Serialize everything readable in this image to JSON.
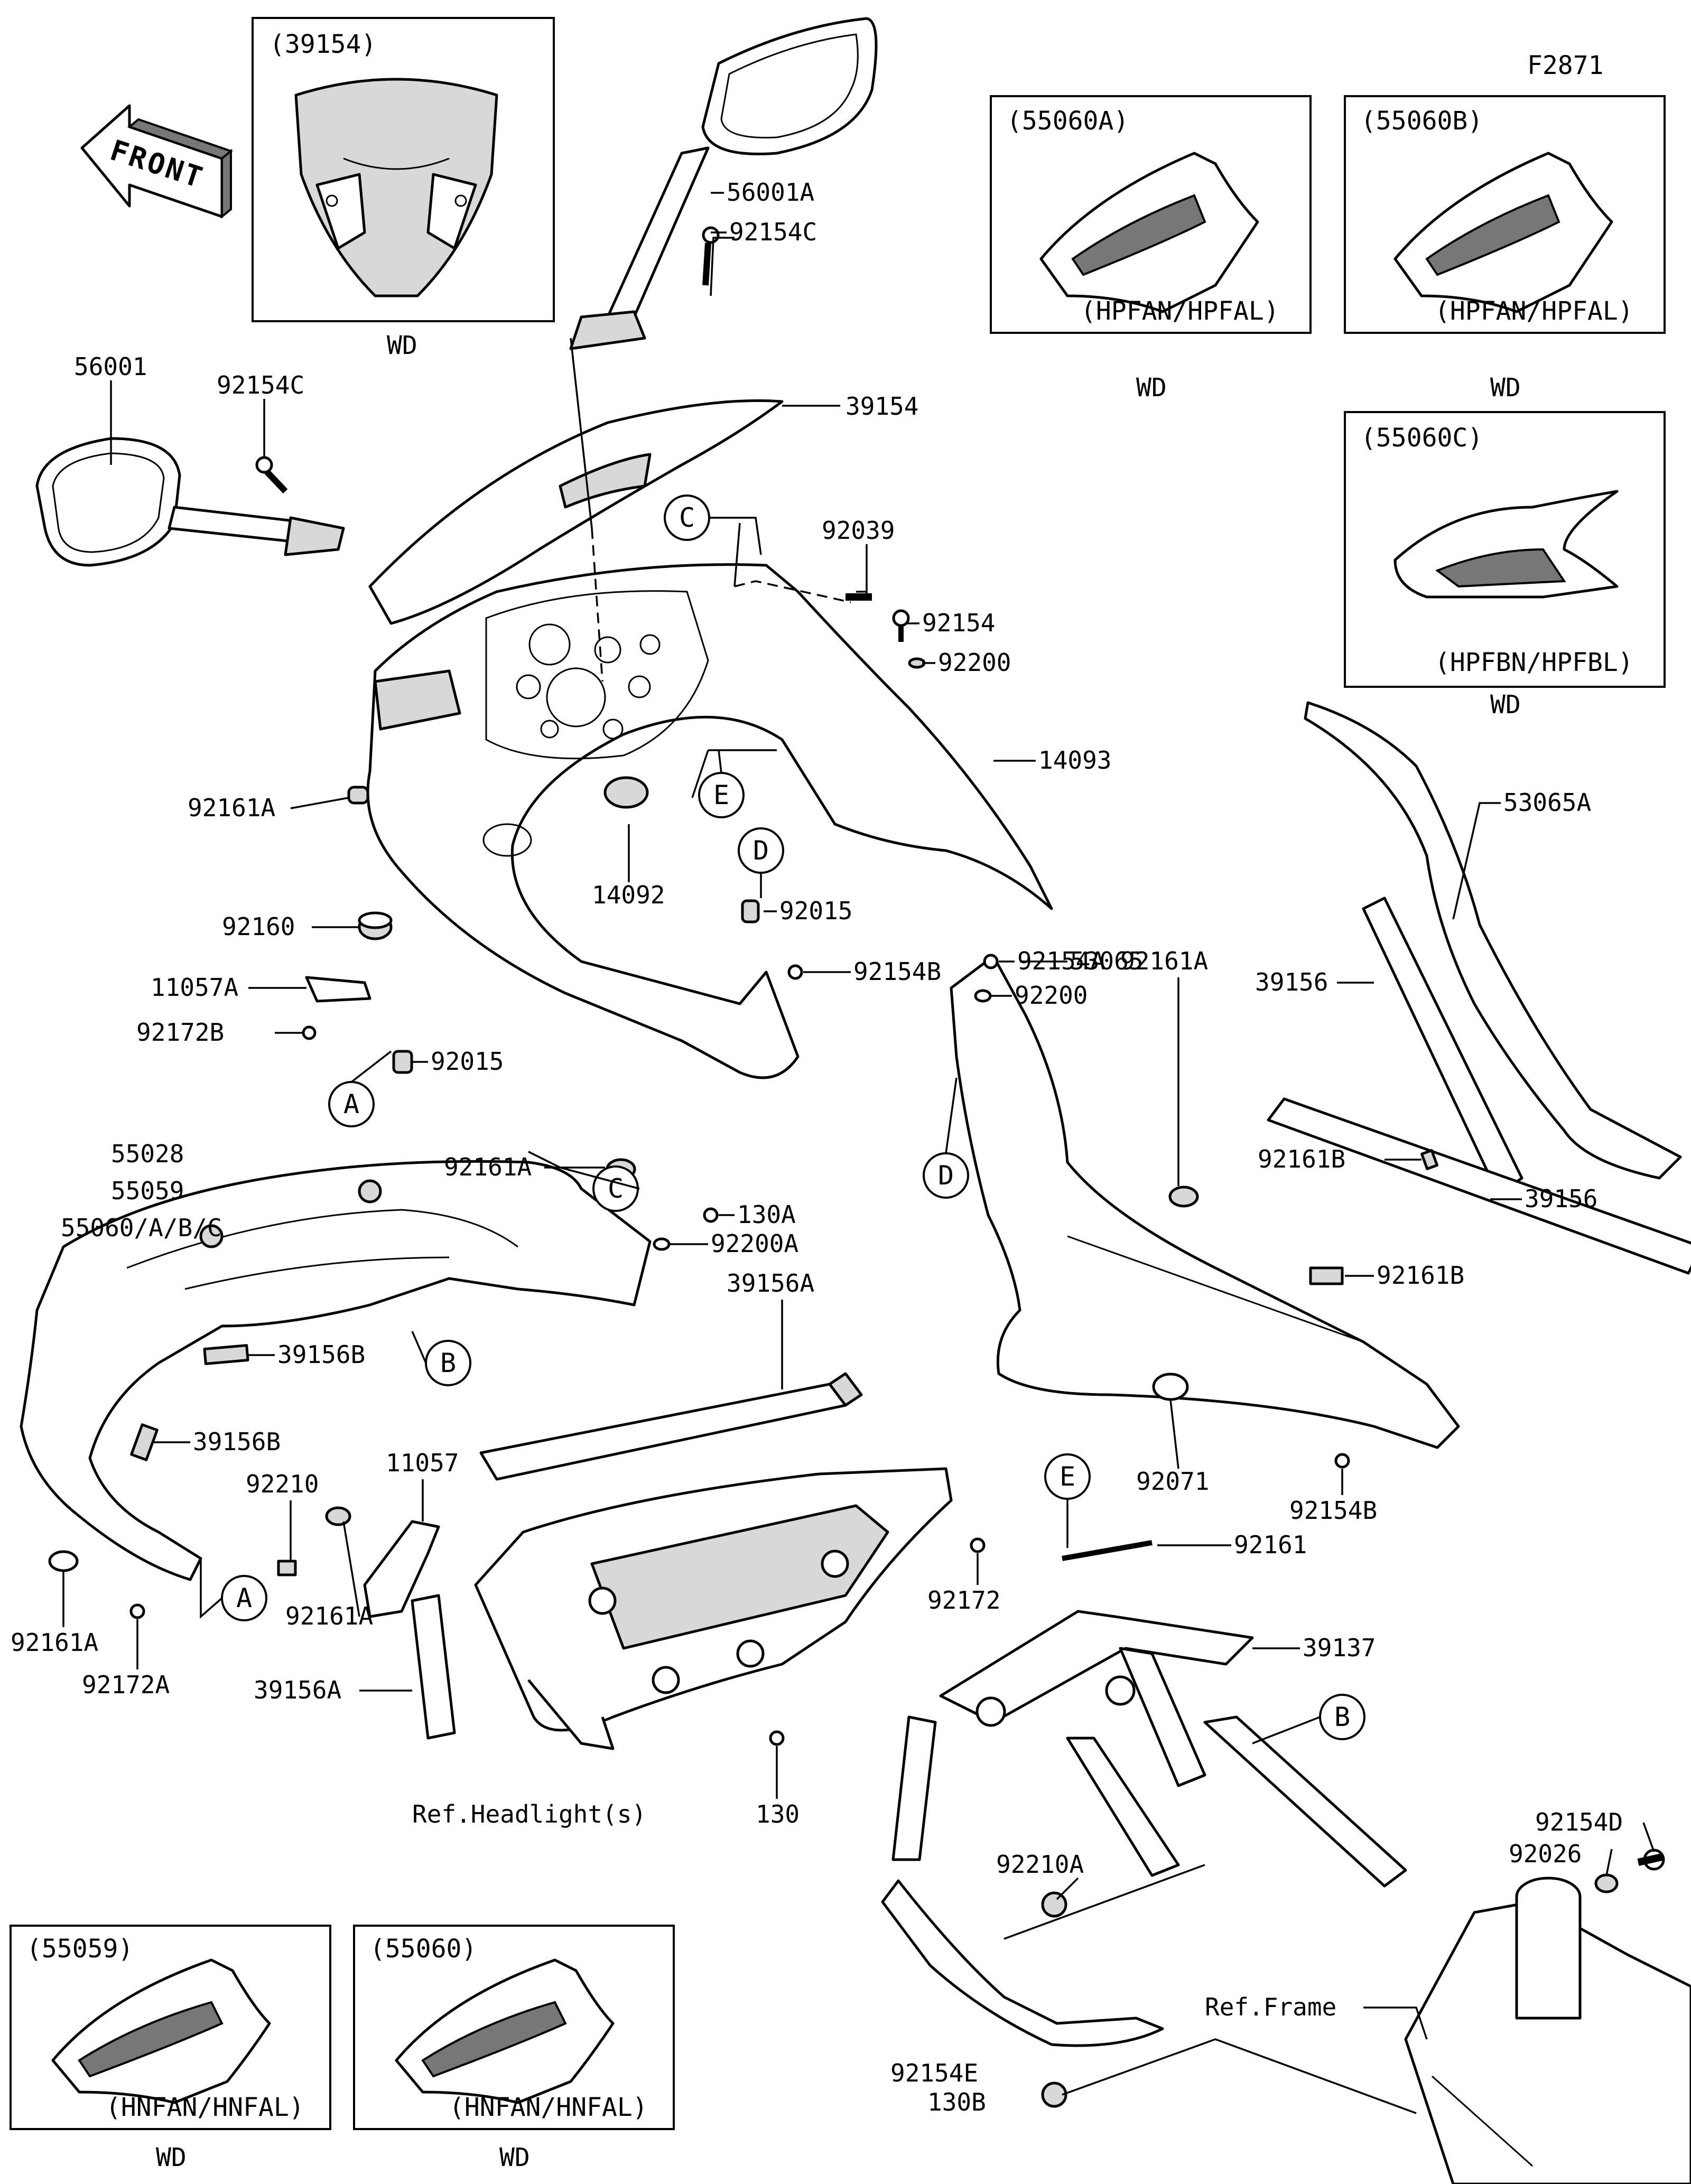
{
  "diagram_id": "F2871",
  "front_label": "FRONT",
  "callouts": {
    "p56001A": "56001A",
    "p92154C_top": "92154C",
    "p56001": "56001",
    "p92154C_left": "92154C",
    "p39154": "39154",
    "p92039": "92039",
    "p92154": "92154",
    "p92200": "92200",
    "p14093": "14093",
    "p92161A_1": "92161A",
    "p14092": "14092",
    "p92160": "92160",
    "p11057A": "11057A",
    "p92172B": "92172B",
    "p92015_1": "92015",
    "p92015_2": "92015",
    "p92154B_1": "92154B",
    "p92161A_2": "92161A",
    "p92154A": "92154A",
    "p92200_2": "92200",
    "p53065": "53065",
    "p92161A_3": "92161A",
    "p53065A": "53065A",
    "p39156_1": "39156",
    "p92161B_1": "92161B",
    "p39156_2": "39156",
    "p92161B_2": "92161B",
    "p55028": "55028",
    "p55059": "55059",
    "p55060ABC": "55060/A/B/C",
    "p130A": "130A",
    "p92200A": "92200A",
    "p39156A_1": "39156A",
    "p39156B_1": "39156B",
    "p39156B_2": "39156B",
    "p11057": "11057",
    "p92210": "92210",
    "p92161A_4": "92161A",
    "p92161A_5": "92161A",
    "p92172A": "92172A",
    "p39156A_2": "39156A",
    "p92172": "92172",
    "p130": "130",
    "p92071": "92071",
    "p92154B_2": "92154B",
    "p92161": "92161",
    "p39137": "39137",
    "p92154D": "92154D",
    "p92026": "92026",
    "p92210A": "92210A",
    "p92154E": "92154E",
    "p130B": "130B"
  },
  "refs": {
    "headlight": "Ref.Headlight(s)",
    "frame": "Ref.Frame"
  },
  "letters": {
    "A1": "A",
    "A2": "A",
    "B1": "B",
    "B2": "B",
    "C1": "C",
    "C2": "C",
    "D1": "D",
    "D2": "D",
    "E1": "E",
    "E2": "E"
  },
  "variants": {
    "windshield": {
      "code": "(39154)",
      "footer": "WD"
    },
    "v55060A": {
      "code": "(55060A)",
      "model": "(HPFAN/HPFAL)",
      "footer": "WD"
    },
    "v55060B": {
      "code": "(55060B)",
      "model": "(HPFAN/HPFAL)",
      "footer": "WD"
    },
    "v55060C": {
      "code": "(55060C)",
      "model": "(HPFBN/HPFBL)",
      "footer": "WD"
    },
    "v55059": {
      "code": "(55059)",
      "model": "(HNFAN/HNFAL)",
      "footer": "WD"
    },
    "v55060": {
      "code": "(55060)",
      "model": "(HNFAN/HNFAL)",
      "footer": "WD"
    }
  }
}
